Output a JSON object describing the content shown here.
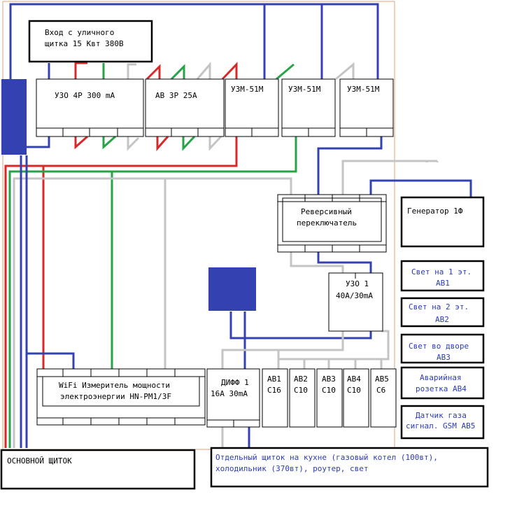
{
  "colors": {
    "blue": "#3441b0",
    "red": "#d62a2a",
    "green": "#27a348",
    "gray": "#c4c4c4",
    "orange_border": "#e0a070"
  },
  "input": {
    "line1": "Вход с уличного",
    "line2": "щитка 15 Квт 380В"
  },
  "uzo4p": {
    "label": "УЗО 4P 300 mA"
  },
  "av3p": {
    "label": "АВ 3Р 25А"
  },
  "uzm": [
    {
      "label": "УЗМ-51М"
    },
    {
      "label": "УЗМ-51М"
    },
    {
      "label": "УЗМ-51М"
    }
  ],
  "reverse": {
    "line1": "Реверсивный",
    "line2": "переключатель"
  },
  "generator": {
    "label": "Генератор 1Ф"
  },
  "uzo1": {
    "line1": "УЗО 1",
    "line2": "40А/30mA"
  },
  "meter": {
    "line1": "WiFi Измеритель мощности",
    "line2": "электроэнергии HN-PM1/3F"
  },
  "diff1": {
    "line1": "ДИФФ 1",
    "line2": "16А 30mA"
  },
  "breakers": [
    {
      "line1": "АВ1",
      "line2": "С16"
    },
    {
      "line1": "АВ2",
      "line2": "С10"
    },
    {
      "line1": "АВ3",
      "line2": "С10"
    },
    {
      "line1": "АВ4",
      "line2": "С10"
    },
    {
      "line1": "АВ5",
      "line2": "С6"
    }
  ],
  "legend": [
    {
      "line1": "Свет на 1 эт.",
      "line2": "АВ1"
    },
    {
      "line1": "Свет на 2 эт.",
      "line2": "АВ2"
    },
    {
      "line1": "Свет во дворе",
      "line2": "АВ3"
    },
    {
      "line1": "Аварийная",
      "line2": "розетка АВ4"
    },
    {
      "line1": "Датчик газа",
      "line2": "сигнал. GSM АВ5"
    }
  ],
  "main_panel": {
    "label": "ОСНОВНОЙ ЩИТОК"
  },
  "kitchen": {
    "line1": "Отдельный щиток на кухне (газовый котел (100вт),",
    "line2": "холодильник (370вт), роутер, свет"
  }
}
